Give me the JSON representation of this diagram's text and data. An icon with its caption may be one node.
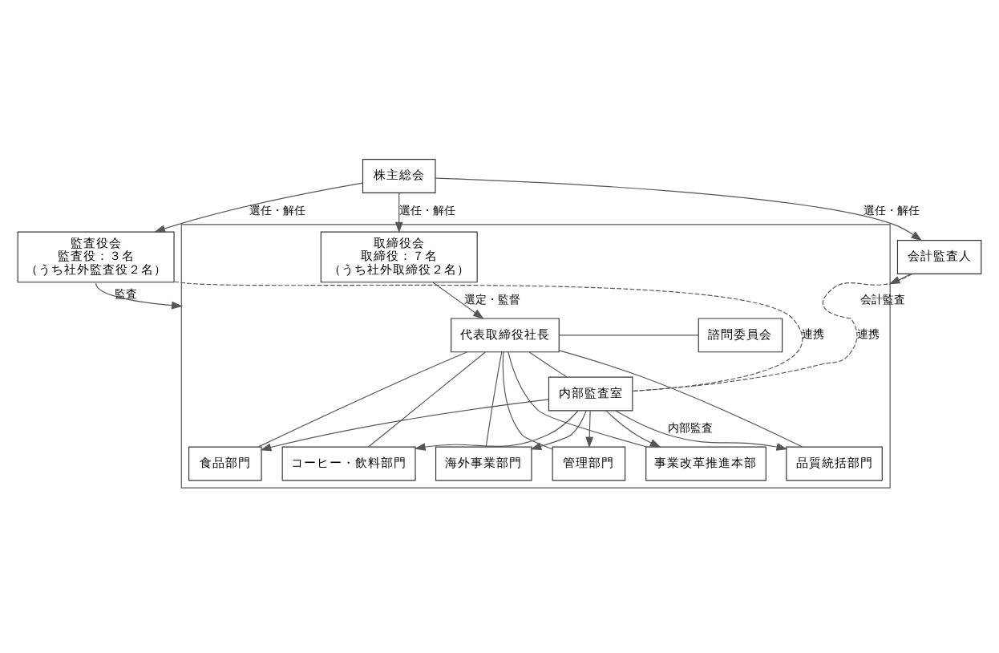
{
  "diagram": {
    "nodes": [
      {
        "text": [
          "株主総会"
        ]
      },
      {
        "text": [
          "監査役会",
          "監査役：３名",
          "（うち社外監査役２名）"
        ]
      },
      {
        "text": [],
        "shape": "box"
      },
      {
        "text": [
          "取締役会",
          "取締役：７名",
          "（うち社外取締役２名）"
        ],
        "in": 2
      },
      {
        "text": [
          "会計監査人"
        ]
      },
      {
        "text": [
          "代表取締役社長"
        ],
        "in": 2
      },
      {
        "text": [
          "諮問委員会"
        ],
        "in": 2
      },
      {
        "text": [
          "内部監査室"
        ],
        "in": 2
      },
      {
        "text": [
          "品質統括部門"
        ],
        "in": 2
      },
      {
        "text": [
          "食品部門"
        ],
        "in": 2
      },
      {
        "text": [
          "コーヒー・飲料部門"
        ],
        "in": 2
      },
      {
        "text": [
          "海外事業部門"
        ],
        "in": 2
      },
      {
        "text": [
          "管理部門"
        ],
        "in": 2
      },
      {
        "text": [
          "事業改革推進本部"
        ],
        "in": 2
      }
    ],
    "edges": [
      {
        "from": 0,
        "to": 1,
        "arrow": "to",
        "label": "選任・解任"
      },
      {
        "from": 0,
        "to": 3,
        "arrow": "to",
        "label": "選任・解任"
      },
      {
        "from": 0,
        "to": 4,
        "arrow": "to",
        "label": "選任・解任"
      },
      {
        "from": 1,
        "to": 2,
        "arrow": "to",
        "label": "監査"
      },
      {
        "from": 4,
        "to": 2,
        "arrow": "to",
        "label": "会計監査"
      },
      {
        "from": 3,
        "to": 5,
        "arrow": "to",
        "label": "選定・監督"
      },
      {
        "from": 5,
        "to": 6,
        "arrow": "none"
      },
      {
        "from": 5,
        "to": 7,
        "arrow": "none"
      },
      {
        "from": 5,
        "to": 8,
        "arrow": "none"
      },
      {
        "from": 5,
        "to": 9,
        "arrow": "none"
      },
      {
        "from": 5,
        "to": 10,
        "arrow": "none"
      },
      {
        "from": 5,
        "to": 11,
        "arrow": "none"
      },
      {
        "from": 5,
        "to": 12,
        "arrow": "none"
      },
      {
        "from": 5,
        "to": 13,
        "arrow": "none"
      },
      {
        "from": 7,
        "to": 8,
        "arrow": "to",
        "label": "内部監査"
      },
      {
        "from": 7,
        "to": 9,
        "arrow": "to"
      },
      {
        "from": 7,
        "to": 10,
        "arrow": "to"
      },
      {
        "from": 7,
        "to": 11,
        "arrow": "to"
      },
      {
        "from": 7,
        "to": 12,
        "arrow": "to"
      },
      {
        "from": 7,
        "to": 13,
        "arrow": "to"
      },
      {
        "from": 1,
        "to": 7,
        "arrow": "none",
        "style": "dashed",
        "label": "連携"
      },
      {
        "from": 7,
        "to": 4,
        "arrow": "none",
        "style": "dashed",
        "label": "連携"
      }
    ]
  }
}
